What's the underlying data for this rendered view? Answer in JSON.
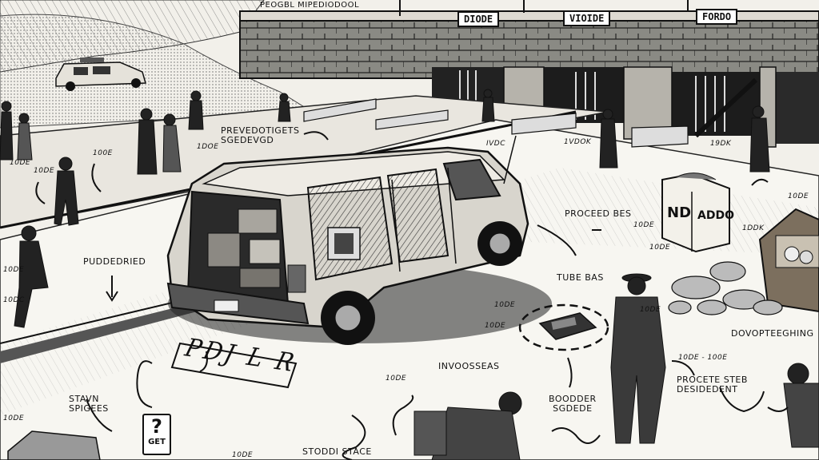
{
  "bridge_signs": [
    "DIODE",
    "VIOIDE",
    "FORDO"
  ],
  "top_caption": "PEOGBL MIPEDIODOOL",
  "labels": {
    "preventives": "PREVEDOTIGETS\nSGEDEVGD",
    "provid": "PUDDEDRIED",
    "proceed_bes": "PROCEED BES",
    "tube_bas": "TUBE BAS",
    "invoosseas": "INVOOSSEAS",
    "boooder": "BOODDER\nSGDEDE",
    "stavn": "STAVN\nSPIGEES",
    "stodd": "STODDI  STACE",
    "dovoteeching": "DOVOPTEEGHING",
    "procete": "PROCETE STEB\nDESIDEDENT"
  },
  "small_notes": [
    "1DOE",
    "100E",
    "10DE",
    "IVDC",
    "1VDOK",
    "19DK",
    "10DC",
    "10DE",
    "1DDK",
    "10DE",
    "10DE",
    "10DE",
    "10DE",
    "10DE - 100E",
    "10DE",
    "10DE",
    "10DE",
    "10DE",
    "10DE",
    "10DE"
  ],
  "box_sign": {
    "line1": "ND",
    "line2": "ADDO"
  },
  "question_sign": {
    "mark": "?",
    "text": "GET"
  },
  "road_text": "PDJ  L  R"
}
